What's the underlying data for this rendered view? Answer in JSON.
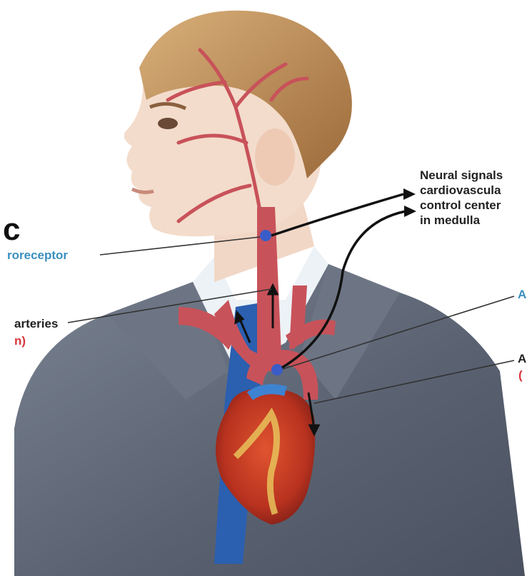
{
  "labels": {
    "neural_signals_lines": [
      "Neural signals",
      "cardiovascula",
      "control center",
      "in medulla"
    ],
    "baroreceptor": "roreceptor",
    "arteries": "arteries",
    "arteries_sub": "n)",
    "edge_char_left": "c",
    "right_a1": "A",
    "right_a2": "A",
    "right_paren": "("
  },
  "colors": {
    "label_blue": "#3a8fbf",
    "label_red": "#d8343a",
    "artery": "#c8525a",
    "receptor": "#3a5cc8",
    "suit": "#5e6675"
  }
}
